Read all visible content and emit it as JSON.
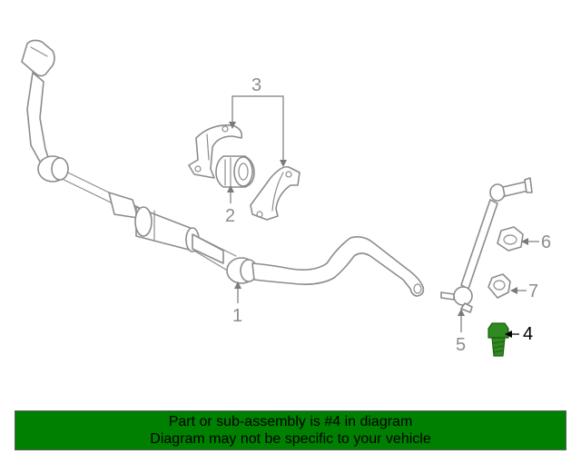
{
  "callouts": {
    "c1": "1",
    "c2": "2",
    "c3": "3",
    "c4": "4",
    "c5": "5",
    "c6": "6",
    "c7": "7"
  },
  "highlight_color": "#2e8b1f",
  "banner": {
    "line1": "Part or sub-assembly is #4 in diagram",
    "line2": "Diagram may not be specific to your vehicle",
    "background": "#008000"
  }
}
